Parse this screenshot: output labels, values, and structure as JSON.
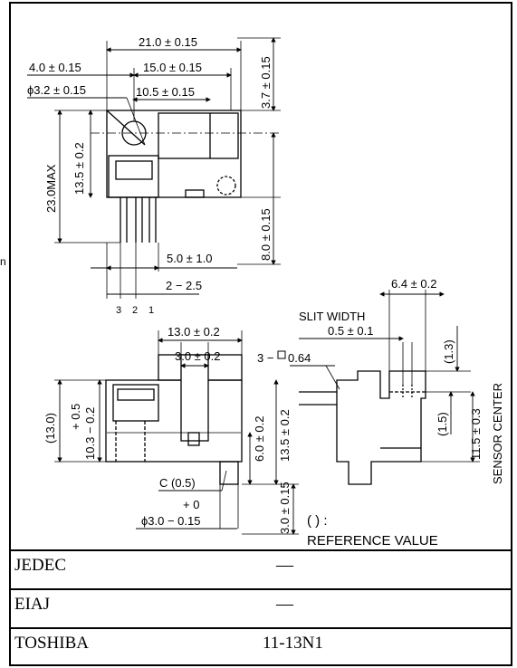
{
  "drawing": {
    "top_view": {
      "overall_width": "21.0 ± 0.15",
      "hole_offset": "4.0 ± 0.15",
      "slot_span": "15.0 ± 0.15",
      "hole_diameter": "ϕ3.2 ± 0.15",
      "inner_span": "10.5 ± 0.15",
      "right_top": "3.7 ± 0.15",
      "height_left": "13.5 ± 0.2",
      "max_height": "23.0MAX",
      "right_bottom": "8.0 ± 0.15",
      "lead_spacing": "5.0 ± 1.0",
      "lead_pitch": "2 − 2.5",
      "pin_numbers": [
        "3",
        "2",
        "1"
      ]
    },
    "front_view": {
      "width": "13.0 ± 0.2",
      "gap": "3.0 ± 0.2",
      "ref_height": "(13.0)",
      "tol_upper": "+ 0.5",
      "tol_lower": "10.3 − 0.2",
      "lead_height": "6.0 ± 0.2",
      "body_height": "13.5 ± 0.2",
      "chamfer": "C (0.5)",
      "pin_tol": "+ 0",
      "pin_diameter": "ϕ3.0 − 0.15",
      "pin_length": "3.0 ± 0.15"
    },
    "side_view": {
      "lead_count": "3 −",
      "lead_size": "0.64",
      "slit_label": "SLIT WIDTH",
      "slit_width": "0.5 ± 0.1",
      "slot_depth": "6.4 ± 0.2",
      "ref_top": "(1.3)",
      "ref_mid": "(1.5)",
      "sensor_height": "11.5 ± 0.3",
      "sensor_center": "SENSOR CENTER"
    },
    "legend_symbol": "(   ) :",
    "legend_text": "REFERENCE VALUE",
    "stray_mark": "n"
  },
  "table": [
    {
      "label": "JEDEC",
      "value": "—"
    },
    {
      "label": "EIAJ",
      "value": "—"
    },
    {
      "label": "TOSHIBA",
      "value": "11-13N1"
    }
  ]
}
